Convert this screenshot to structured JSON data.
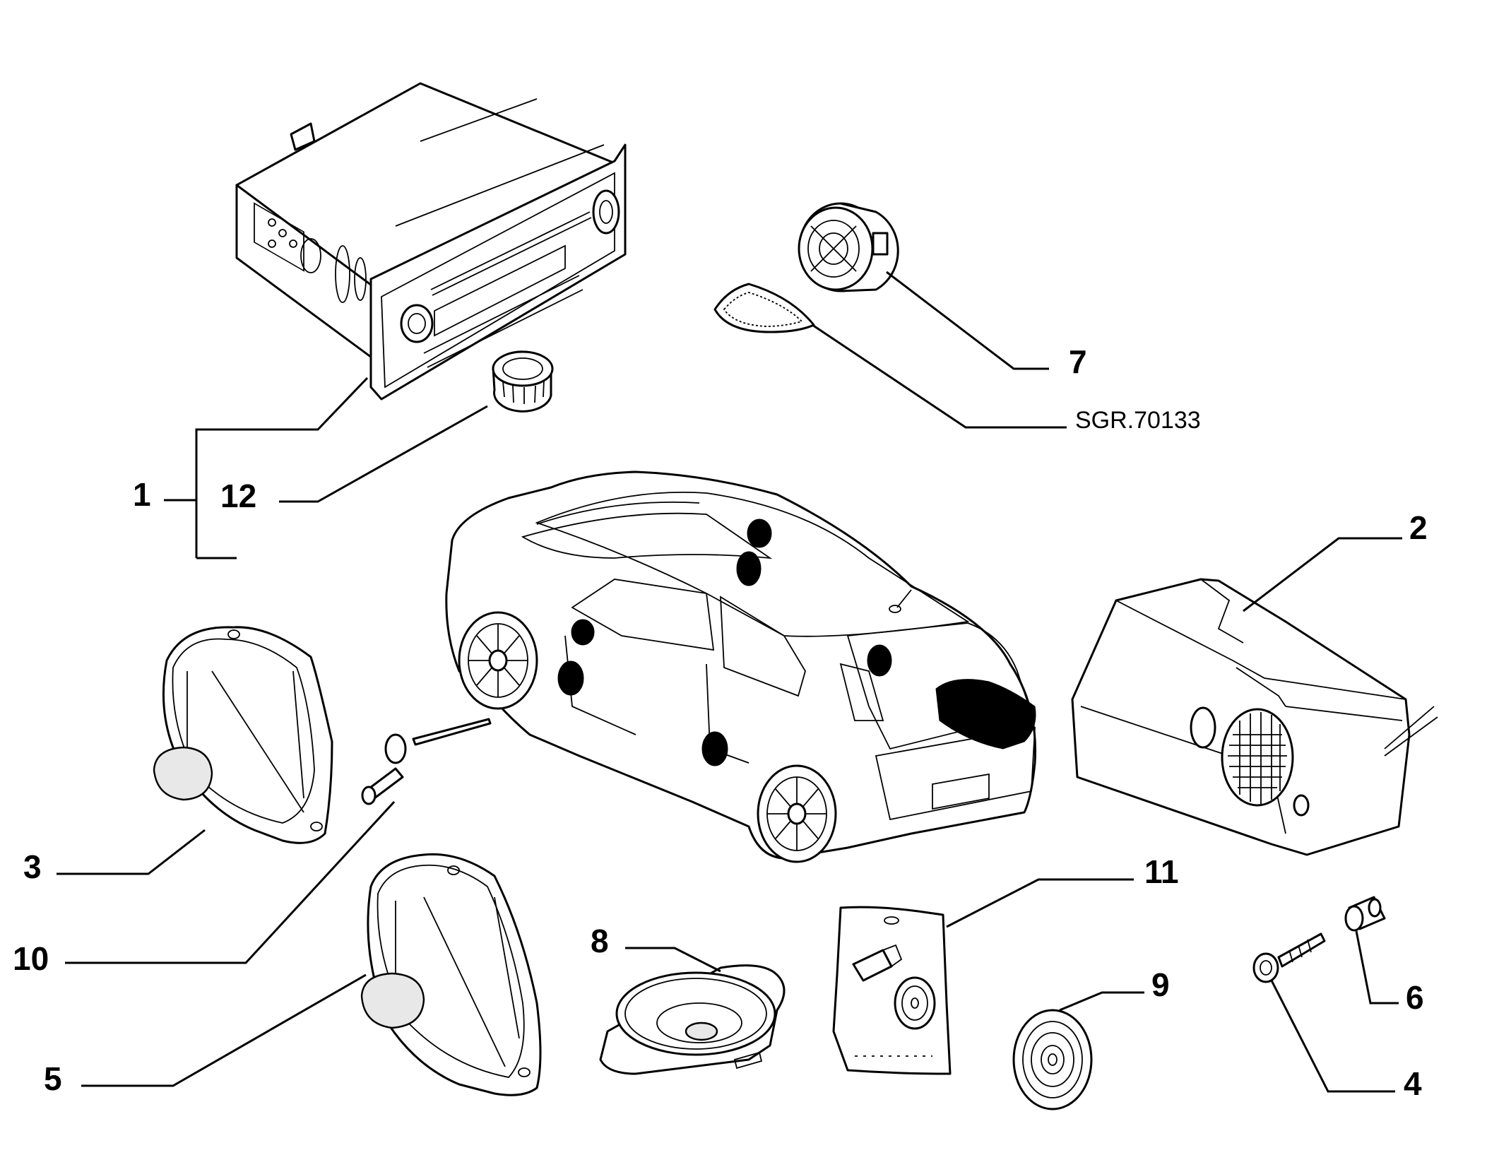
{
  "callouts": {
    "c1": "1",
    "c2": "2",
    "c3": "3",
    "c4": "4",
    "c5": "5",
    "c6": "6",
    "c7": "7",
    "c8": "8",
    "c9": "9",
    "c10": "10",
    "c11": "11",
    "c12": "12",
    "ref": "SGR.70133"
  }
}
